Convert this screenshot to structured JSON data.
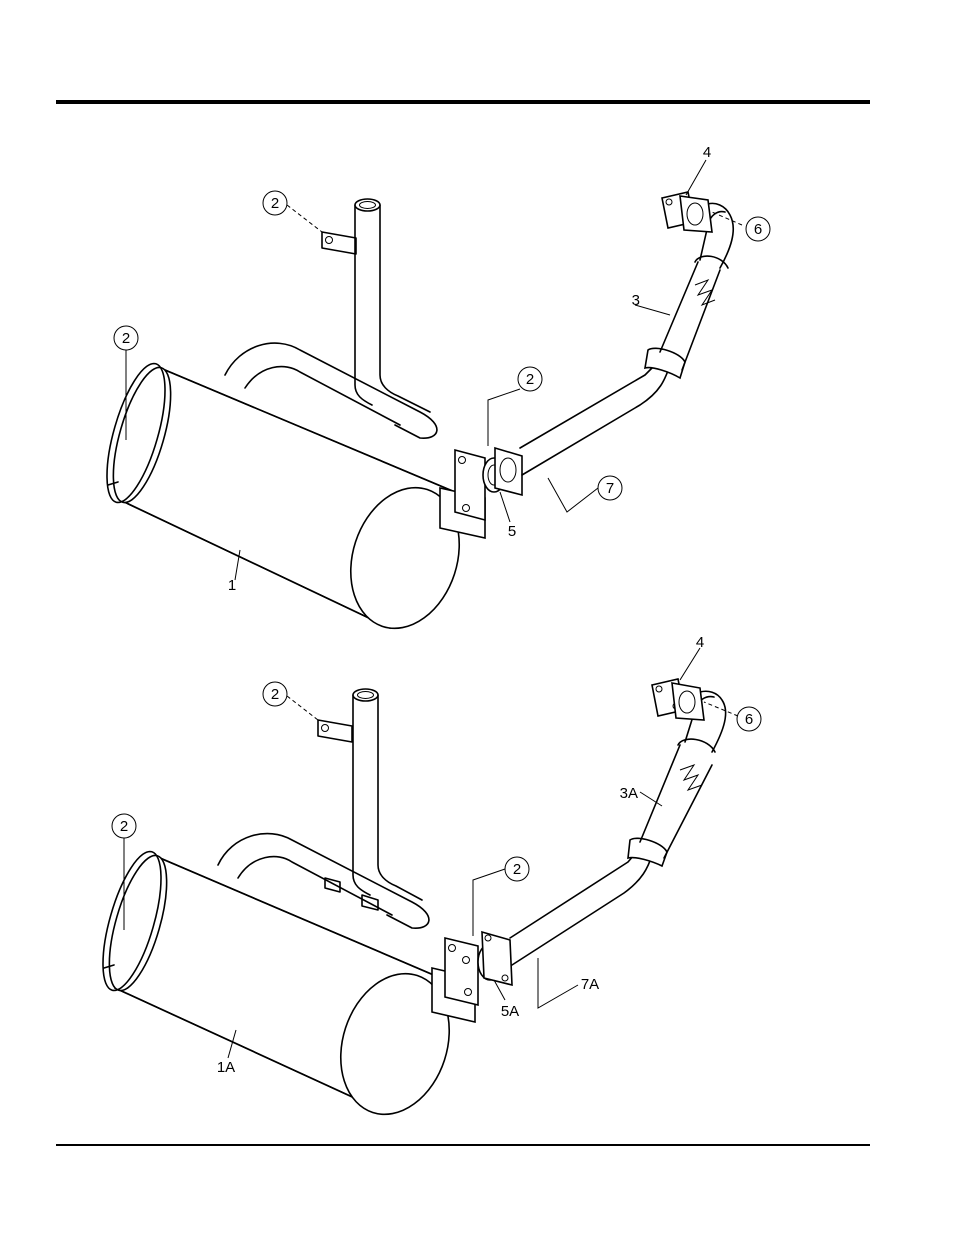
{
  "diagrams": [
    {
      "callouts": {
        "muffler": "1",
        "bracket_top": "2",
        "bracket_left": "2",
        "bracket_flange": "2",
        "exhaust_pipe": "3",
        "gasket_top": "4",
        "gasket_flange": "5",
        "nut": "6",
        "clamp": "7"
      }
    },
    {
      "callouts": {
        "muffler": "1A",
        "bracket_top": "2",
        "bracket_left": "2",
        "bracket_flange": "2",
        "exhaust_pipe": "3A",
        "gasket_top": "4",
        "gasket_flange": "5A",
        "nut": "6",
        "clamp": "7A"
      }
    }
  ]
}
